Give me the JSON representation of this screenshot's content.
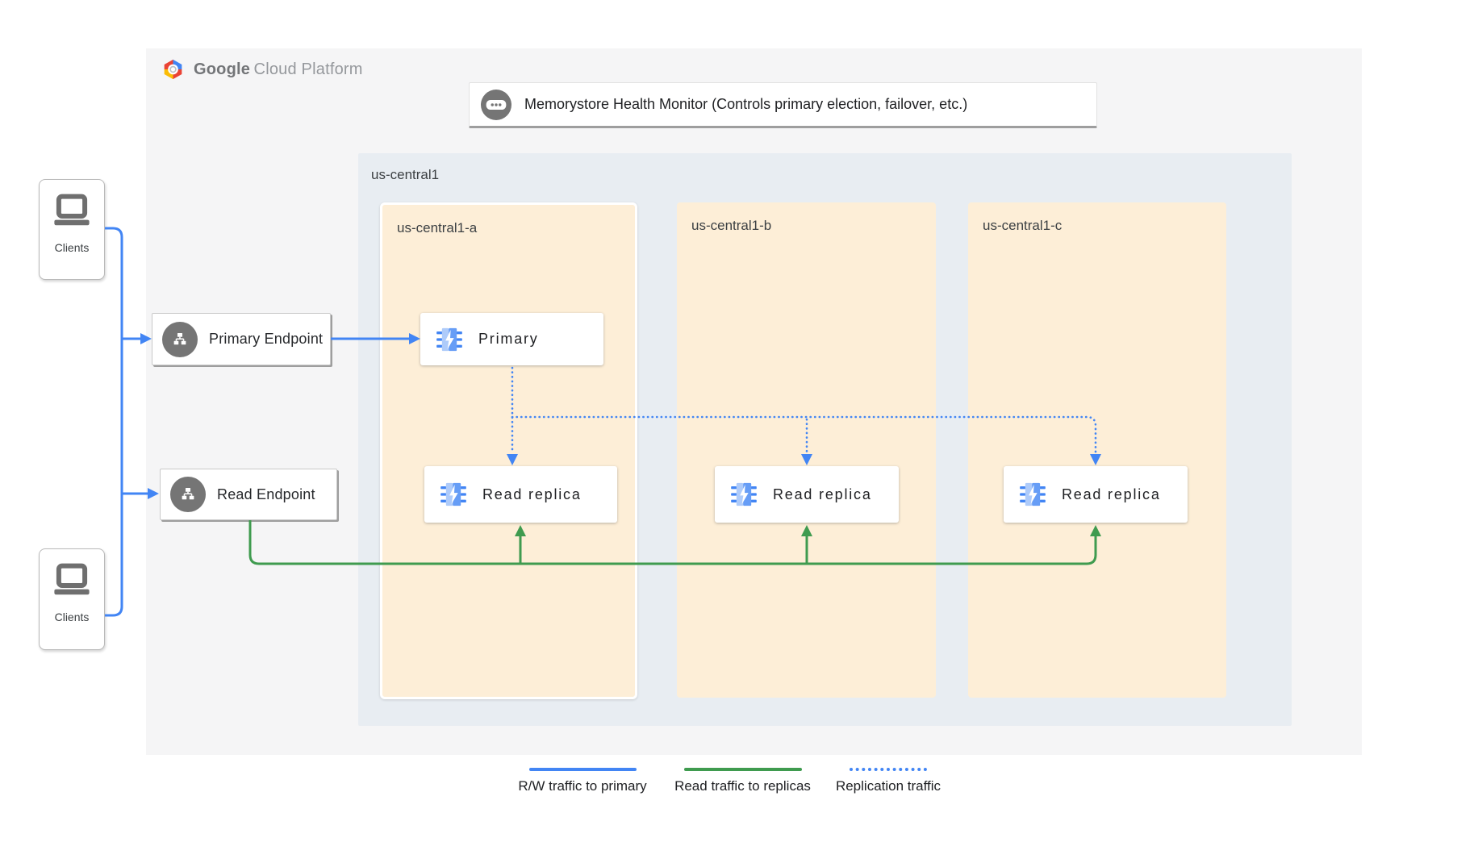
{
  "brand": {
    "name_bold": "Google",
    "name_rest": "Cloud Platform"
  },
  "health_monitor": {
    "label": "Memorystore Health Monitor (Controls primary election, failover, etc.)"
  },
  "region": {
    "label": "us-central1"
  },
  "zones": [
    {
      "label": "us-central1-a"
    },
    {
      "label": "us-central1-b"
    },
    {
      "label": "us-central1-c"
    }
  ],
  "nodes": {
    "primary_label": "Primary",
    "read_replica_label": "Read replica"
  },
  "endpoints": {
    "primary_label": "Primary Endpoint",
    "read_label": "Read Endpoint"
  },
  "clients": {
    "label": "Clients"
  },
  "legend": {
    "items": [
      {
        "label": "R/W traffic to primary",
        "style": "solid-blue"
      },
      {
        "label": "Read traffic to replicas",
        "style": "solid-green"
      },
      {
        "label": "Replication traffic",
        "style": "dotted-blue"
      }
    ]
  },
  "colors": {
    "rw_traffic_blue": "#4285f4",
    "read_traffic_green": "#3f9b4f",
    "replication_blue": "#4285f4",
    "zone_fill": "#fdeed7",
    "region_fill": "#e8edf2",
    "icon_gray": "#757575"
  }
}
